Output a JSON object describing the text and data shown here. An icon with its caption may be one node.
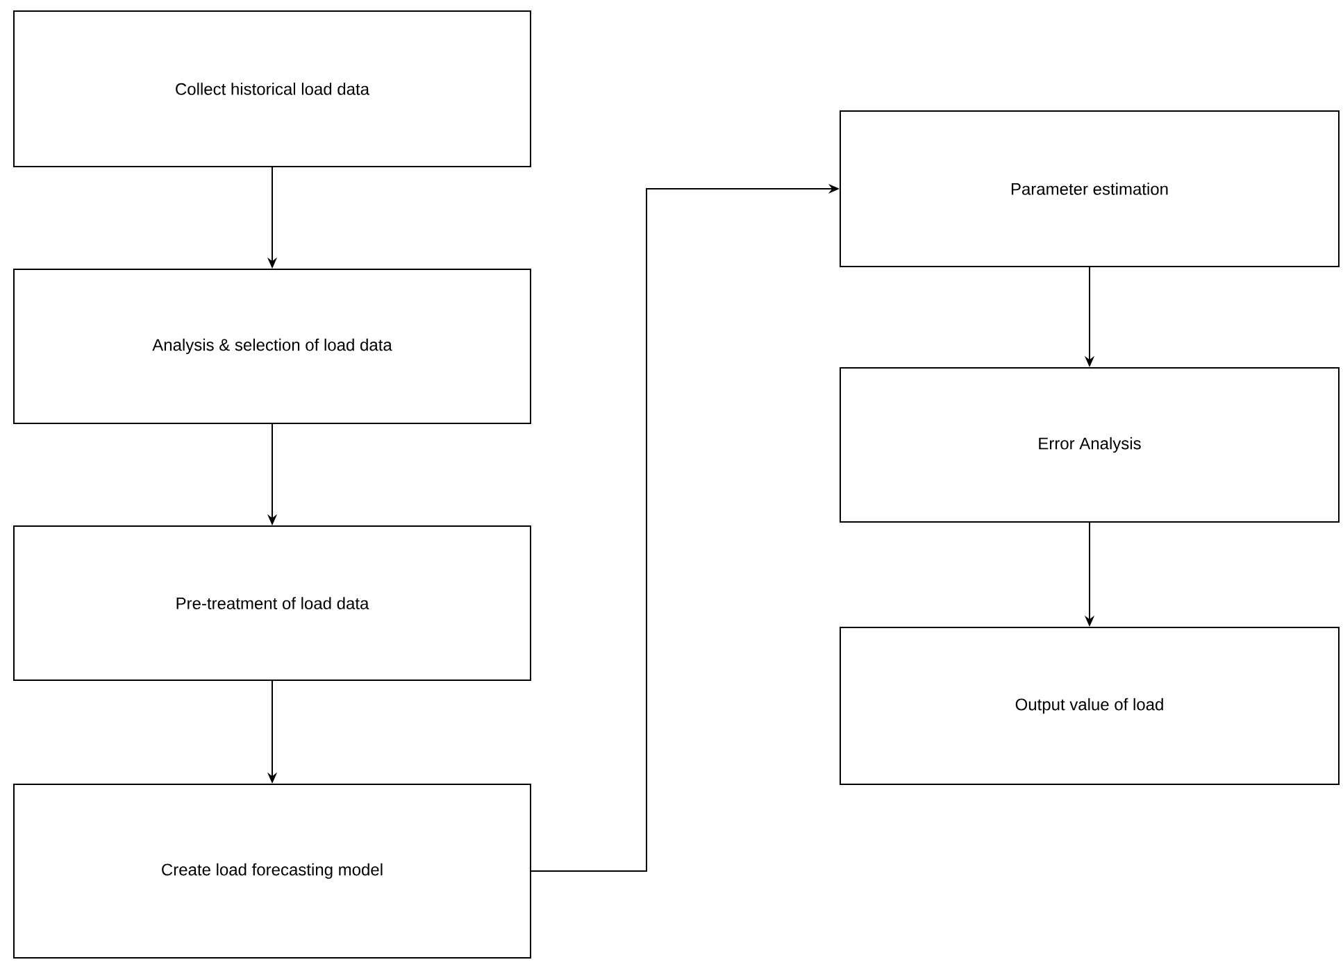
{
  "diagram": {
    "nodes": [
      {
        "text": [
          "Collect historical load data"
        ]
      },
      {
        "text": [
          "Analysis & selection of load data"
        ]
      },
      {
        "text": [
          "Pre-treatment of load data"
        ]
      },
      {
        "text": [
          "Create load forecasting model"
        ]
      },
      {
        "text": [
          "Parameter estimation"
        ]
      },
      {
        "text": [
          "Error Analysis"
        ]
      },
      {
        "text": [
          "Output value of load"
        ]
      }
    ],
    "edges": [
      {
        "from": 0,
        "to": 1,
        "arrow": "to"
      },
      {
        "from": 1,
        "to": 2,
        "arrow": "to"
      },
      {
        "from": 2,
        "to": 3,
        "arrow": "to"
      },
      {
        "from": 3,
        "to": 4,
        "arrow": "to"
      },
      {
        "from": 4,
        "to": 5,
        "arrow": "to"
      },
      {
        "from": 5,
        "to": 6,
        "arrow": "to"
      }
    ]
  }
}
